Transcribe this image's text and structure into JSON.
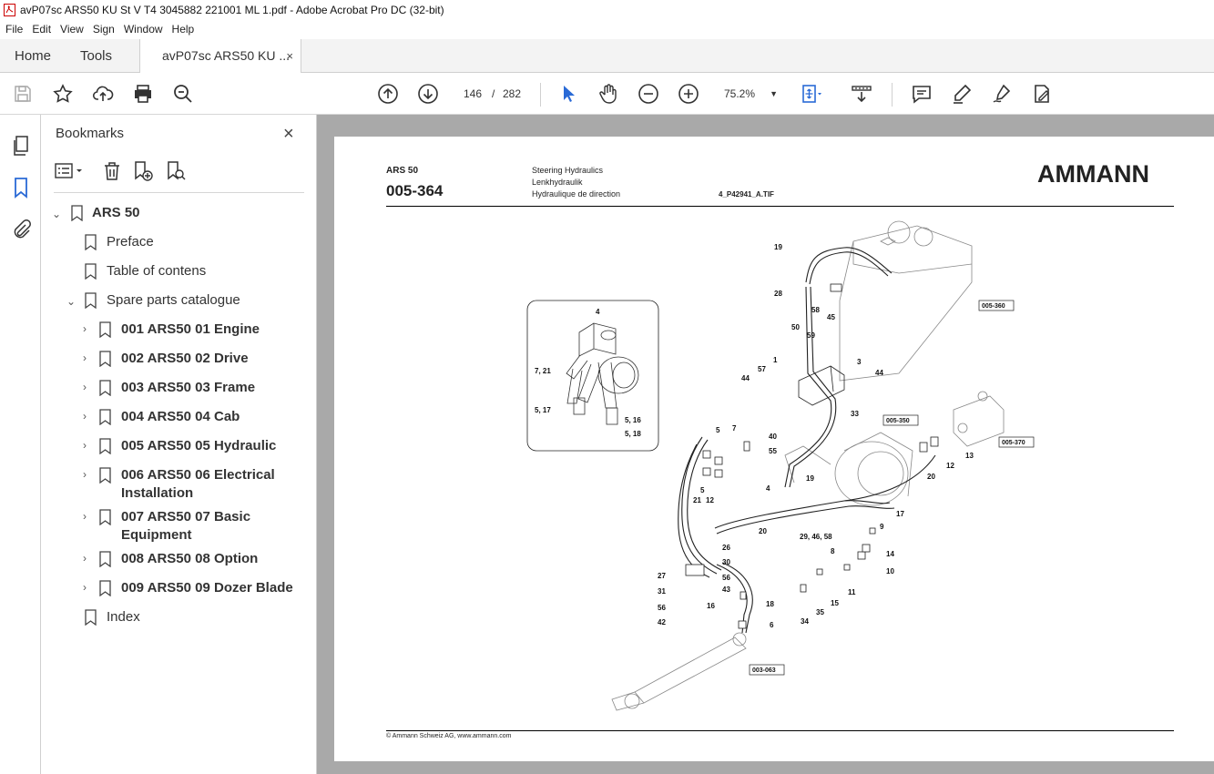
{
  "window": {
    "title": "avP07sc ARS50 KU St V T4 3045882 221001 ML 1.pdf - Adobe Acrobat Pro DC (32-bit)"
  },
  "menu": [
    "File",
    "Edit",
    "View",
    "Sign",
    "Window",
    "Help"
  ],
  "tabs": {
    "home": "Home",
    "tools": "Tools",
    "document": "avP07sc ARS50 KU ...",
    "close": "×"
  },
  "toolbar": {
    "current_page": "146",
    "page_separator": "/",
    "total_pages": "282",
    "zoom": "75.2%"
  },
  "bookmarks": {
    "title": "Bookmarks",
    "close": "×",
    "items": [
      {
        "label": "ARS 50"
      },
      {
        "label": "Preface"
      },
      {
        "label": "Table of contens"
      },
      {
        "label": "Spare parts catalogue"
      },
      {
        "label": "001 ARS50 01 Engine"
      },
      {
        "label": "002 ARS50 02 Drive"
      },
      {
        "label": "003 ARS50 03 Frame"
      },
      {
        "label": "004 ARS50 04 Cab"
      },
      {
        "label": "005 ARS50 05 Hydraulic"
      },
      {
        "label": "006 ARS50 06 Electrical",
        "label2": "Installation"
      },
      {
        "label": "007 ARS50 07 Basic",
        "label2": "Equipment"
      },
      {
        "label": "008 ARS50 08 Option"
      },
      {
        "label": "009 ARS50 09 Dozer Blade"
      },
      {
        "label": "Index"
      }
    ]
  },
  "page": {
    "model": "ARS 50",
    "code": "005-364",
    "title_en": "Steering Hydraulics",
    "title_de": "Lenkhydraulik",
    "title_fr": "Hydraulique de direction",
    "image_ref": "4_P42941_A.TIF",
    "brand": "AMMANN",
    "footer": "© Ammann Schweiz AG, www.ammann.com",
    "ref_boxes": [
      "005-360",
      "005-350",
      "005-370",
      "003-063"
    ],
    "callouts": [
      "19",
      "28",
      "58",
      "45",
      "50",
      "59",
      "1",
      "57",
      "44",
      "3",
      "44",
      "33",
      "4",
      "7, 21",
      "5, 17",
      "5, 16",
      "5, 18",
      "5",
      "7",
      "40",
      "55",
      "19",
      "5",
      "4",
      "21",
      "12",
      "20",
      "13",
      "12",
      "20",
      "17",
      "9",
      "29, 46, 58",
      "8",
      "14",
      "10",
      "11",
      "15",
      "35",
      "34",
      "26",
      "30",
      "27",
      "56",
      "31",
      "43",
      "56",
      "16",
      "18",
      "42",
      "6"
    ]
  },
  "colors": {
    "accent_blue": "#2a6ad6",
    "doc_background": "#a9a9a9"
  }
}
